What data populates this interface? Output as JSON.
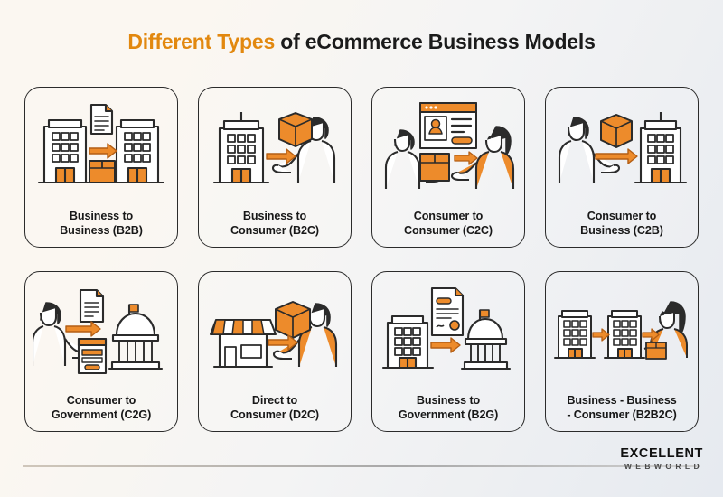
{
  "header": {
    "title_highlight": "Different Types",
    "title_rest": " of eCommerce Business Models"
  },
  "colors": {
    "orange": "#ED8B2B",
    "orange_dark": "#D2701A",
    "title_orange": "#E2880F",
    "ink": "#2b2b2b",
    "bg_warm": "#fbf7f1",
    "bg_cool": "#e6eaf0"
  },
  "cards": [
    {
      "id": "b2b",
      "line1": "Business to",
      "line2": "Business (B2B)",
      "icon": "building-document-arrow-building"
    },
    {
      "id": "b2c",
      "line1": "Business to",
      "line2": "Consumer (B2C)",
      "icon": "building-package-arrow-person"
    },
    {
      "id": "c2c",
      "line1": "Consumer to",
      "line2": "Consumer (C2C)",
      "icon": "person-browser-package-arrow-person"
    },
    {
      "id": "c2b",
      "line1": "Consumer to",
      "line2": "Business (C2B)",
      "icon": "person-package-arrow-building"
    },
    {
      "id": "c2g",
      "line1": "Consumer to",
      "line2": "Government (C2G)",
      "icon": "person-document-form-arrow-govbuilding"
    },
    {
      "id": "d2c",
      "line1": "Direct to",
      "line2": "Consumer (D2C)",
      "icon": "storefront-package-arrow-person"
    },
    {
      "id": "b2g",
      "line1": "Business to",
      "line2": "Government (B2G)",
      "icon": "building-contract-arrow-govbuilding"
    },
    {
      "id": "b2b2c",
      "line1": "Business - Business",
      "line2": "- Consumer (B2B2C)",
      "icon": "building-arrow-building-arrow-person"
    }
  ],
  "footer": {
    "logo_primary": "EXCELLENT",
    "logo_secondary": "WEBWORLD"
  }
}
